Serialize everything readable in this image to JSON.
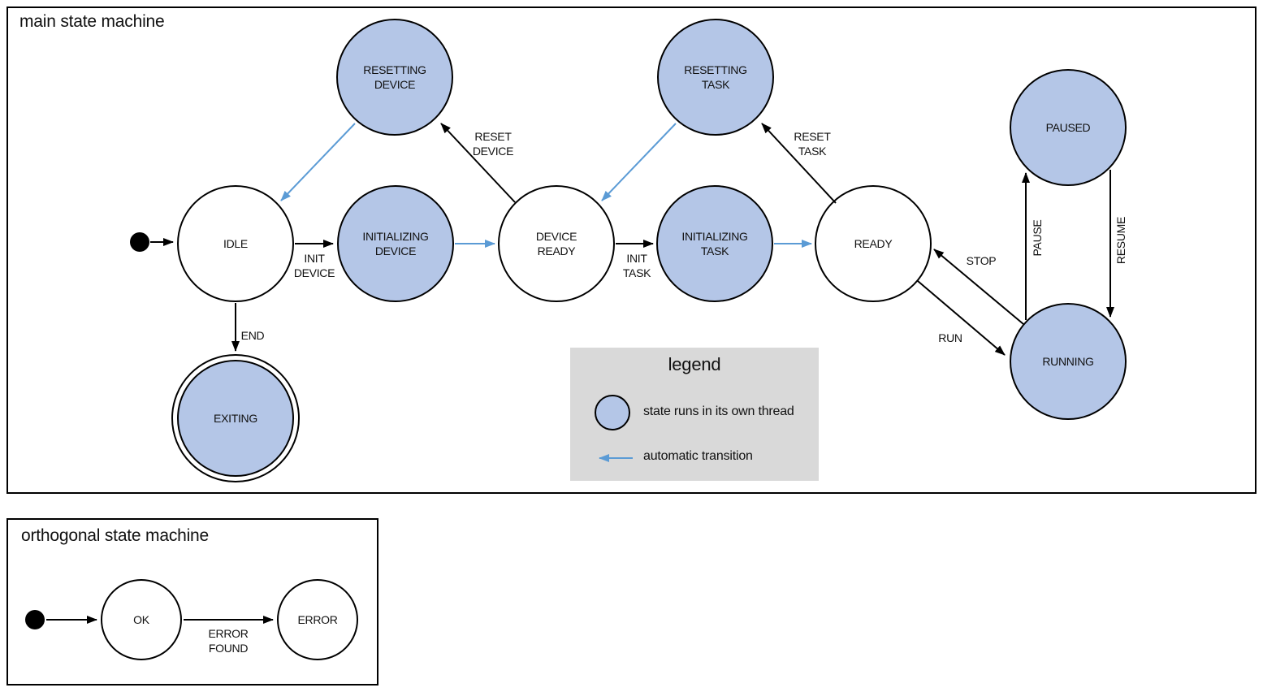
{
  "colors": {
    "thread_state_fill": "#b4c6e7",
    "automatic_transition_blue": "#5b9bd5",
    "legend_background": "#d9d9d9",
    "line_black": "#000000"
  },
  "main": {
    "title": "main state machine",
    "states": {
      "idle": {
        "label": "IDLE",
        "threaded": false
      },
      "resetting_device": {
        "label": "RESETTING\nDEVICE",
        "threaded": true
      },
      "initializing_device": {
        "label": "INITIALIZING\nDEVICE",
        "threaded": true
      },
      "device_ready": {
        "label": "DEVICE\nREADY",
        "threaded": false
      },
      "resetting_task": {
        "label": "RESETTING\nTASK",
        "threaded": true
      },
      "initializing_task": {
        "label": "INITIALIZING\nTASK",
        "threaded": true
      },
      "ready": {
        "label": "READY",
        "threaded": false
      },
      "paused": {
        "label": "PAUSED",
        "threaded": true
      },
      "running": {
        "label": "RUNNING",
        "threaded": true
      },
      "exiting": {
        "label": "EXITING",
        "threaded": true,
        "final": true
      }
    },
    "transitions": {
      "init_device": "INIT\nDEVICE",
      "reset_device": "RESET\nDEVICE",
      "init_task": "INIT\nTASK",
      "reset_task": "RESET\nTASK",
      "end": "END",
      "stop": "STOP",
      "run": "RUN",
      "pause": "PAUSE",
      "resume": "RESUME"
    }
  },
  "legend": {
    "title": "legend",
    "items": {
      "thread": {
        "label": "state runs in its own thread"
      },
      "auto": {
        "label": "automatic transition"
      }
    }
  },
  "orthogonal": {
    "title": "orthogonal state machine",
    "states": {
      "ok": {
        "label": "OK"
      },
      "error": {
        "label": "ERROR"
      }
    },
    "transitions": {
      "error_found": "ERROR\nFOUND"
    }
  }
}
